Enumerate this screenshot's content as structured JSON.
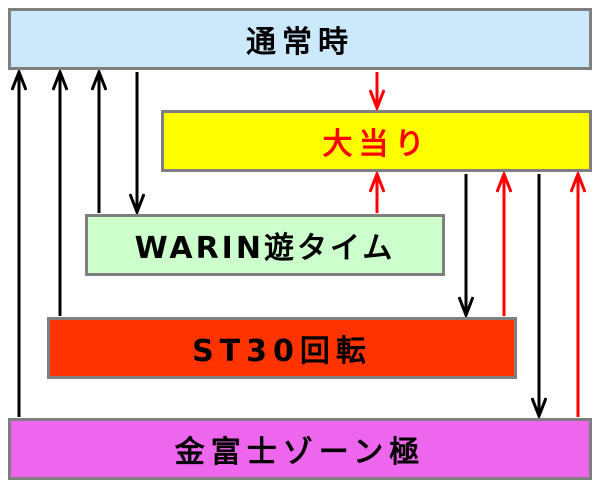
{
  "states": {
    "normal": {
      "label": "通常時",
      "fill": "#cce8fb",
      "text_color": "#000000"
    },
    "jackpot": {
      "label": "大当り",
      "fill": "#ffff00",
      "text_color": "#ff0000"
    },
    "warin": {
      "label": "WARIN遊タイム",
      "fill": "#ccffcc",
      "text_color": "#000000"
    },
    "st30": {
      "label": "ST30回転",
      "fill": "#ff3300",
      "text_color": "#000000"
    },
    "kinfuji": {
      "label": "金富士ゾーン極",
      "fill": "#ee66ee",
      "text_color": "#000000"
    }
  },
  "colors": {
    "border": "#7f7f7f",
    "arrow_black": "#000000",
    "arrow_red": "#ff0000"
  },
  "transitions": [
    {
      "from": "kinfuji",
      "to": "normal",
      "color": "black"
    },
    {
      "from": "st30",
      "to": "normal",
      "color": "black"
    },
    {
      "from": "warin",
      "to": "normal",
      "color": "black"
    },
    {
      "from": "normal",
      "to": "warin",
      "color": "black"
    },
    {
      "from": "normal",
      "to": "jackpot",
      "color": "red"
    },
    {
      "from": "warin",
      "to": "jackpot",
      "color": "red"
    },
    {
      "from": "jackpot",
      "to": "st30",
      "color": "black"
    },
    {
      "from": "st30",
      "to": "jackpot",
      "color": "red"
    },
    {
      "from": "jackpot",
      "to": "kinfuji",
      "color": "black"
    },
    {
      "from": "kinfuji",
      "to": "jackpot",
      "color": "red"
    }
  ]
}
